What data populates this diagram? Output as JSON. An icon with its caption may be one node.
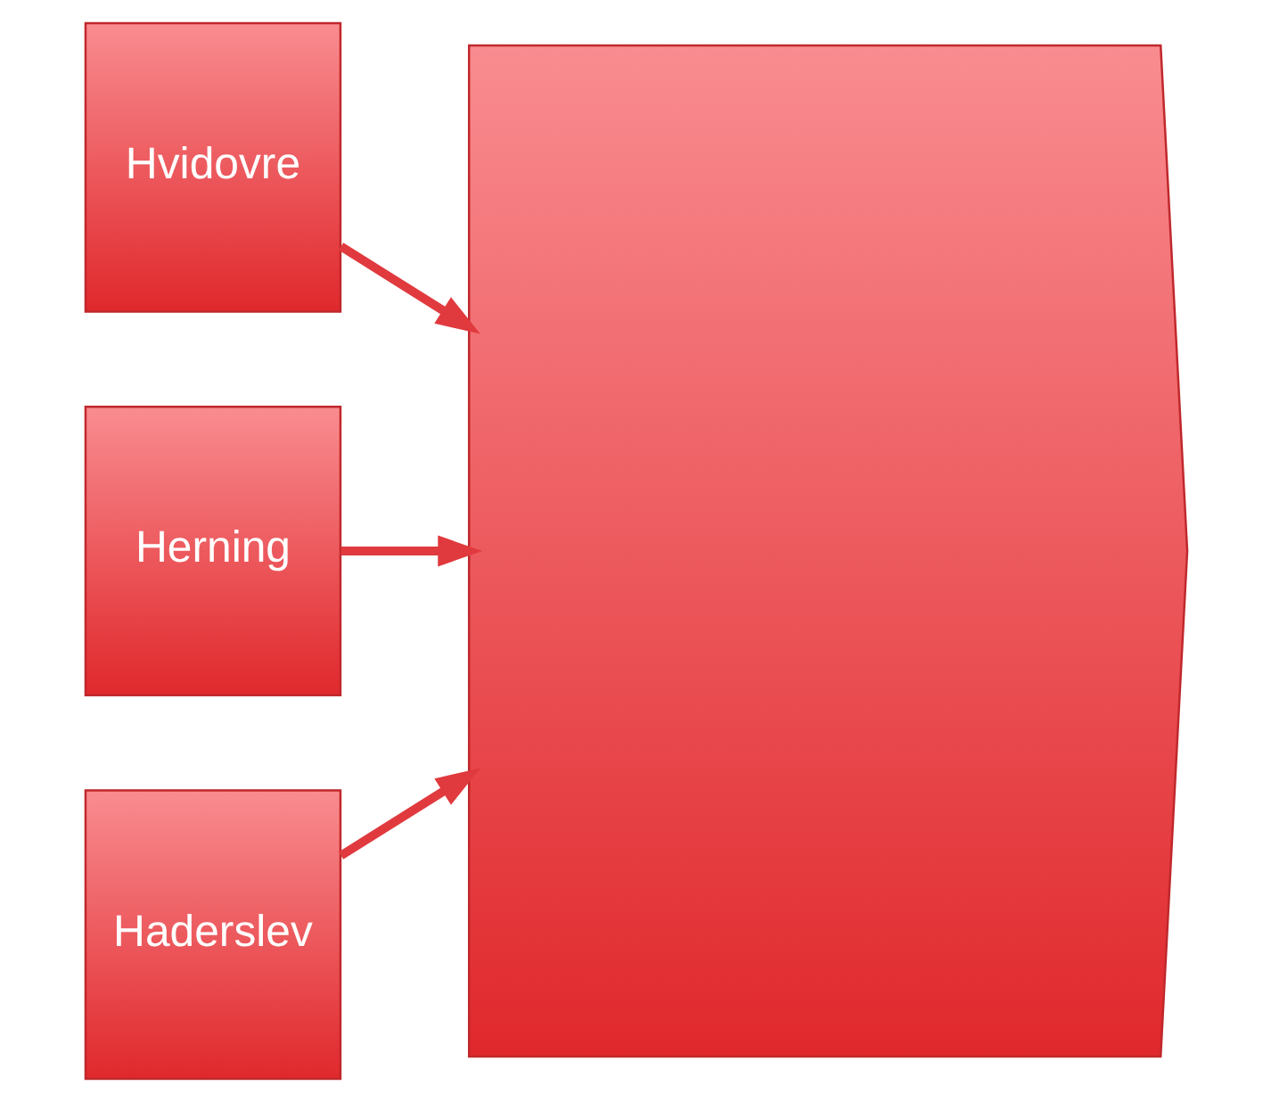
{
  "diagram": {
    "nodes": [
      {
        "text": [
          "Hvidovre"
        ]
      },
      {
        "text": [
          "Herning"
        ]
      },
      {
        "text": [
          "Haderslev"
        ]
      },
      {
        "text": [],
        "shape": "pentagon"
      }
    ],
    "edges": [
      {
        "from": 0,
        "to": 3,
        "arrow": "to"
      },
      {
        "from": 1,
        "to": 3,
        "arrow": "to"
      },
      {
        "from": 2,
        "to": 3,
        "arrow": "to"
      }
    ]
  }
}
